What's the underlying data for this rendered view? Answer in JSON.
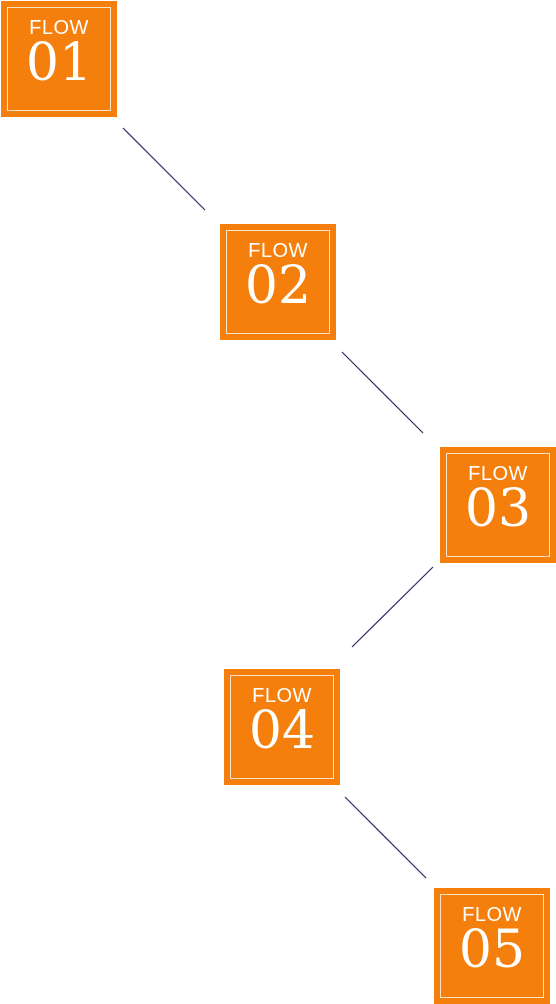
{
  "flow": {
    "box_color": "#f57f0c",
    "inner_border_color": "#fbe3c8",
    "connector_color": "#2b2f66",
    "steps": [
      {
        "label": "FLOW",
        "number": "01"
      },
      {
        "label": "FLOW",
        "number": "02"
      },
      {
        "label": "FLOW",
        "number": "03"
      },
      {
        "label": "FLOW",
        "number": "04"
      },
      {
        "label": "FLOW",
        "number": "05"
      }
    ]
  }
}
